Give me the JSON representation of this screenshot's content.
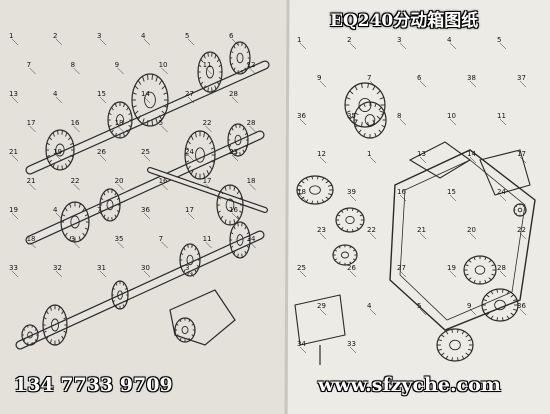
{
  "title": "EQ240分动箱图纸",
  "phone": "134 7733 9709",
  "website": "www.sfzyche.com",
  "colors": {
    "paper": "#e9e7e1",
    "ink": "#2a2a2a",
    "overlay_text": "#ffffff"
  },
  "left_callouts": [
    "1",
    "2",
    "3",
    "4",
    "5",
    "6",
    "7",
    "8",
    "9",
    "10",
    "11",
    "12",
    "13",
    "4",
    "15",
    "14",
    "27",
    "28",
    "17",
    "16",
    "18",
    "5",
    "22",
    "28",
    "21",
    "19",
    "26",
    "25",
    "24",
    "23",
    "21",
    "22",
    "20",
    "16",
    "17",
    "18",
    "19",
    "4",
    "7",
    "36",
    "17",
    "16",
    "18",
    "3",
    "35",
    "7",
    "11",
    "34",
    "33",
    "32",
    "31",
    "30",
    "3"
  ],
  "right_callouts": [
    "1",
    "2",
    "3",
    "4",
    "5",
    "9",
    "7",
    "6",
    "38",
    "37",
    "36",
    "35",
    "8",
    "10",
    "11",
    "12",
    "1",
    "13",
    "14",
    "17",
    "18",
    "39",
    "16",
    "15",
    "24",
    "23",
    "22",
    "21",
    "20",
    "22",
    "25",
    "26",
    "27",
    "19",
    "28",
    "29",
    "4",
    "5",
    "9",
    "36",
    "34",
    "33"
  ]
}
